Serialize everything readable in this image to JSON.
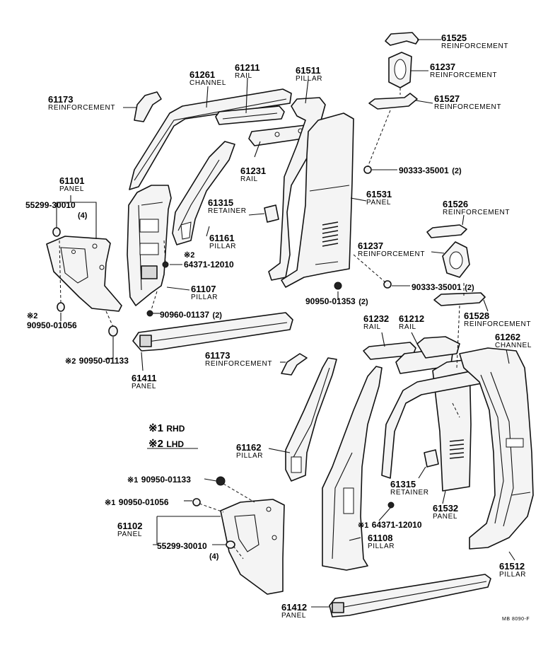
{
  "labels": {
    "l61525": {
      "num": "61525",
      "name": "REINFORCEMENT"
    },
    "l61237a": {
      "num": "61237",
      "name": "REINFORCEMENT"
    },
    "l61527": {
      "num": "61527",
      "name": "REINFORCEMENT"
    },
    "l61261": {
      "num": "61261",
      "name": "CHANNEL"
    },
    "l61211": {
      "num": "61211",
      "name": "RAIL"
    },
    "l61511": {
      "num": "61511",
      "name": "PILLAR"
    },
    "l61173a": {
      "num": "61173",
      "name": "REINFORCEMENT"
    },
    "l61231": {
      "num": "61231",
      "name": "RAIL"
    },
    "l90333a": {
      "pn": "90333-35001",
      "qty": "(2)"
    },
    "l61101": {
      "num": "61101",
      "name": "PANEL"
    },
    "l55299a": {
      "pn": "55299-30010",
      "qty": "(4)"
    },
    "l61315a": {
      "num": "61315",
      "name": "RETAINER"
    },
    "l61531": {
      "num": "61531",
      "name": "PANEL"
    },
    "l61526": {
      "num": "61526",
      "name": "REINFORCEMENT"
    },
    "l61161": {
      "num": "61161",
      "name": "PILLAR"
    },
    "l61237b": {
      "num": "61237",
      "name": "REINFORCEMENT"
    },
    "l64371a": {
      "mark": "※2",
      "pn": "64371-12010"
    },
    "l90333b": {
      "pn": "90333-35001",
      "qty": "(2)"
    },
    "l61107": {
      "num": "61107",
      "name": "PILLAR"
    },
    "l90950_1353": {
      "pn": "90950-01353",
      "qty": "(2)"
    },
    "l61528": {
      "num": "61528",
      "name": "REINFORCEMENT"
    },
    "l90960": {
      "pn": "90960-01137",
      "qty": "(2)"
    },
    "l90950_1056a": {
      "mark": "※2",
      "pn": "90950-01056"
    },
    "l61232": {
      "num": "61232",
      "name": "RAIL"
    },
    "l61212": {
      "num": "61212",
      "name": "RAIL"
    },
    "l61262": {
      "num": "61262",
      "name": "CHANNEL"
    },
    "l90950_1133a": {
      "mark": "※2",
      "pn": "90950-01133"
    },
    "l61173b": {
      "num": "61173",
      "name": "REINFORCEMENT"
    },
    "l61411": {
      "num": "61411",
      "name": "PANEL"
    },
    "l61162": {
      "num": "61162",
      "name": "PILLAR"
    },
    "l90950_1133b": {
      "mark": "※1",
      "pn": "90950-01133"
    },
    "l90950_1056b": {
      "mark": "※1",
      "pn": "90950-01056"
    },
    "l61315b": {
      "num": "61315",
      "name": "RETAINER"
    },
    "l61532": {
      "num": "61532",
      "name": "PANEL"
    },
    "l61102": {
      "num": "61102",
      "name": "PANEL"
    },
    "l55299b": {
      "pn": "55299-30010",
      "qty": "(4)"
    },
    "l64371b": {
      "mark": "※1",
      "pn": "64371-12010"
    },
    "l61108": {
      "num": "61108",
      "name": "PILLAR"
    },
    "l61512": {
      "num": "61512",
      "name": "PILLAR"
    },
    "l61412": {
      "num": "61412",
      "name": "PANEL"
    }
  },
  "legend": {
    "rhd": {
      "mark": "※1",
      "text": "RHD"
    },
    "lhd": {
      "mark": "※2",
      "text": "LHD"
    }
  },
  "drawing_code": "MB 8090-F"
}
